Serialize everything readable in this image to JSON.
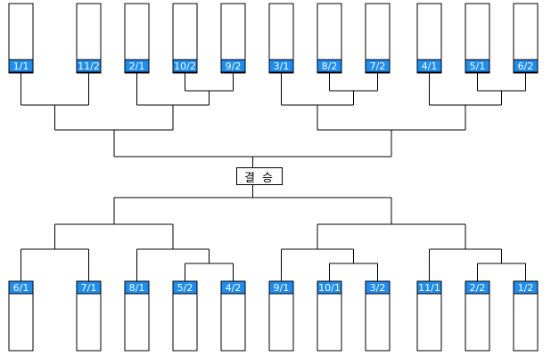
{
  "final": {
    "label": "결 승"
  },
  "top_slots": [
    {
      "seed": "1/1"
    },
    {
      "seed": "11/2"
    },
    {
      "seed": "2/1"
    },
    {
      "seed": "10/2"
    },
    {
      "seed": "9/2"
    },
    {
      "seed": "3/1"
    },
    {
      "seed": "8/2"
    },
    {
      "seed": "7/2"
    },
    {
      "seed": "4/1"
    },
    {
      "seed": "5/1"
    },
    {
      "seed": "6/2"
    }
  ],
  "bottom_slots": [
    {
      "seed": "6/1"
    },
    {
      "seed": "7/1"
    },
    {
      "seed": "8/1"
    },
    {
      "seed": "5/2"
    },
    {
      "seed": "4/2"
    },
    {
      "seed": "9/1"
    },
    {
      "seed": "10/1"
    },
    {
      "seed": "3/2"
    },
    {
      "seed": "11/1"
    },
    {
      "seed": "2/2"
    },
    {
      "seed": "1/2"
    }
  ],
  "colors": {
    "seed_background": "#1e8cf0",
    "seed_text": "#ffffff",
    "lines": "#000000"
  }
}
